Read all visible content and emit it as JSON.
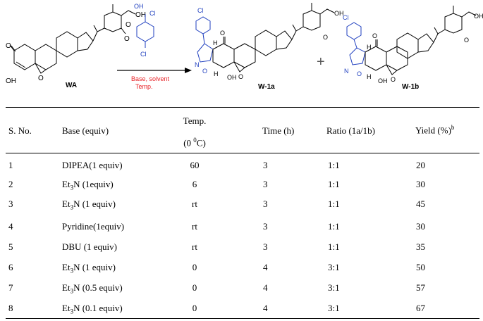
{
  "scheme": {
    "reactant_label": "WA",
    "product_a_label": "W-1a",
    "product_b_label": "W-1b",
    "conditions": [
      "Base, solvent",
      "Temp."
    ],
    "plus": "+",
    "atom_labels": {
      "oh": "OH",
      "o": "O",
      "n": "N",
      "h": "H",
      "cl": "Cl"
    }
  },
  "table": {
    "headers": {
      "sno": "S. No.",
      "base": "Base (equiv)",
      "temp_line1": "Temp.",
      "temp_line2_pre": "(0 ",
      "temp_line2_sup": "0",
      "temp_line2_post": "C)",
      "time": "Time (h)",
      "ratio": "Ratio (1a/1b)",
      "yield_main": "Yield (%)",
      "yield_sup": "b"
    },
    "rows": [
      {
        "sno": "1",
        "base_pre": "DIPEA(1 equiv)",
        "base_sub": "",
        "base_post": "",
        "temp": "60",
        "time": "3",
        "ratio": "1:1",
        "yield": "20"
      },
      {
        "sno": "2",
        "base_pre": "Et",
        "base_sub": "3",
        "base_post": "N (1equiv)",
        "temp": "6",
        "time": "3",
        "ratio": "1:1",
        "yield": "30"
      },
      {
        "sno": "3",
        "base_pre": "Et",
        "base_sub": "3",
        "base_post": "N (1 equiv)",
        "temp": "rt",
        "time": "3",
        "ratio": "1:1",
        "yield": "45"
      },
      {
        "sno": "4",
        "base_pre": "Pyridine(1equiv)",
        "base_sub": "",
        "base_post": "",
        "temp": "rt",
        "time": "3",
        "ratio": "1:1",
        "yield": "30"
      },
      {
        "sno": "5",
        "base_pre": "DBU (1 equiv)",
        "base_sub": "",
        "base_post": "",
        "temp": "rt",
        "time": "3",
        "ratio": "1:1",
        "yield": "35"
      },
      {
        "sno": "6",
        "base_pre": "Et",
        "base_sub": "3",
        "base_post": "N (1 equiv)",
        "temp": "0",
        "time": "4",
        "ratio": "3:1",
        "yield": "50"
      },
      {
        "sno": "7",
        "base_pre": "Et",
        "base_sub": "3",
        "base_post": "N (0.5 equiv)",
        "temp": "0",
        "time": "4",
        "ratio": "3:1",
        "yield": "57"
      },
      {
        "sno": "8",
        "base_pre": "Et",
        "base_sub": "3",
        "base_post": "N (0.1 equiv)",
        "temp": "0",
        "time": "4",
        "ratio": "3:1",
        "yield": "67"
      }
    ]
  },
  "colors": {
    "text": "#000000",
    "conditions": "#e8252a",
    "heterocycle": "#1f3fbf",
    "arrow": "#000000"
  }
}
